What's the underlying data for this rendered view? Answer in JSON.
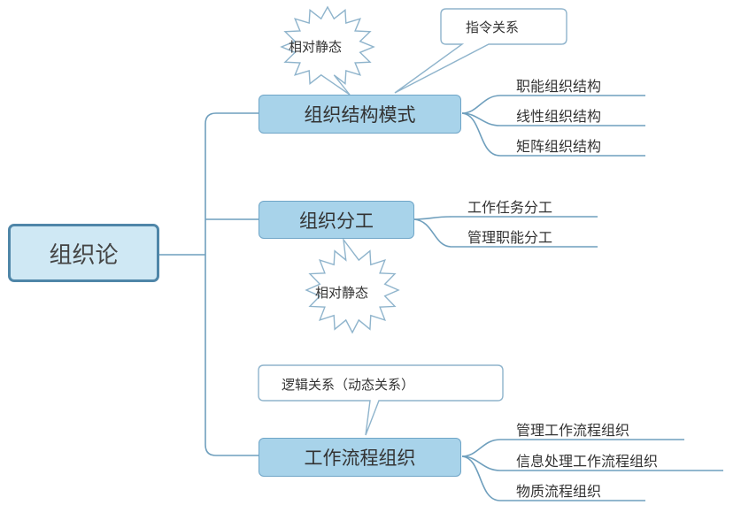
{
  "root": {
    "label": "组织论"
  },
  "branches": [
    {
      "label": "组织结构模式",
      "starburst": "相对静态",
      "callout": "指令关系",
      "children": [
        "职能组织结构",
        "线性组织结构",
        "矩阵组织结构"
      ]
    },
    {
      "label": "组织分工",
      "starburst": "相对静态",
      "children": [
        "工作任务分工",
        "管理职能分工"
      ]
    },
    {
      "label": "工作流程组织",
      "callout": "逻辑关系（动态关系）",
      "children": [
        "管理工作流程组织",
        "信息处理工作流程组织",
        "物质流程组织"
      ]
    }
  ],
  "colors": {
    "line": "#6f9fbd",
    "node_fill": "#a8d3ea",
    "root_fill": "#cfe8f4",
    "root_border": "#4f86a8"
  }
}
